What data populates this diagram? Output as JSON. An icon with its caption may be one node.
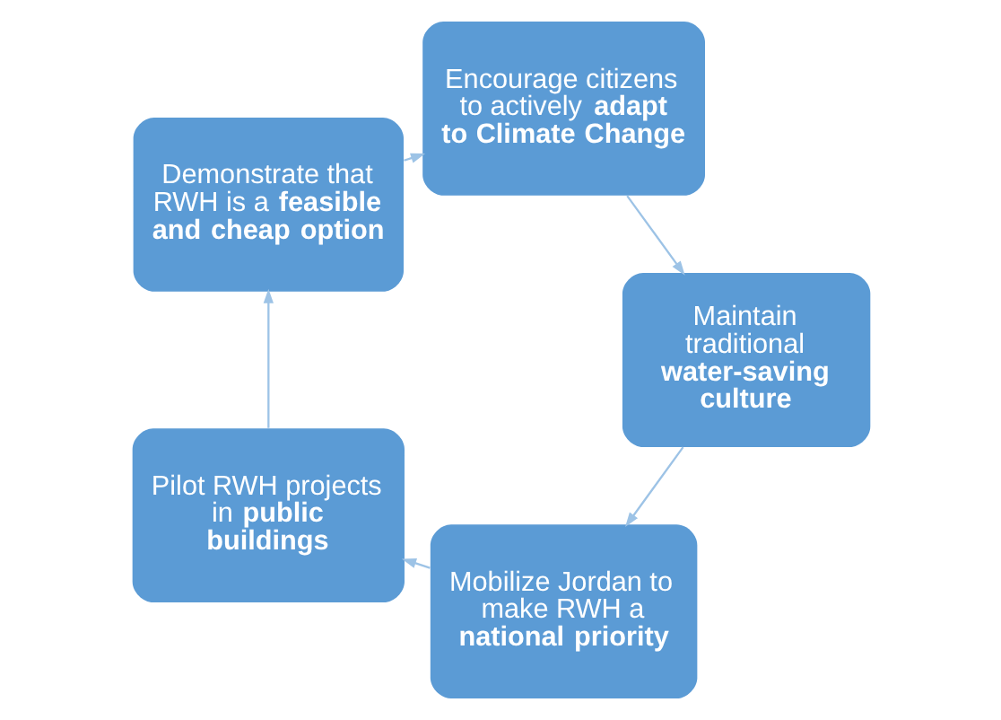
{
  "diagram": {
    "nodes": [
      {
        "text": [
          "Mobilize Jordan to make RWH a **national priority**"
        ]
      },
      {
        "text": [
          "Pilot RWH projects in **public buildings**"
        ]
      },
      {
        "text": [
          "Demonstrate that RWH is a **feasible and cheap option**"
        ]
      },
      {
        "text": [
          "Encourage citizens to actively **adapt to Climate Change**"
        ]
      },
      {
        "text": [
          "Maintain traditional **water-saving culture**"
        ]
      }
    ],
    "edges": [
      {
        "from": 0,
        "to": 1,
        "arrow": "to"
      },
      {
        "from": 1,
        "to": 2,
        "arrow": "to"
      },
      {
        "from": 2,
        "to": 3,
        "arrow": "to"
      },
      {
        "from": 3,
        "to": 4,
        "arrow": "to"
      },
      {
        "from": 4,
        "to": 0,
        "arrow": "to"
      }
    ]
  }
}
